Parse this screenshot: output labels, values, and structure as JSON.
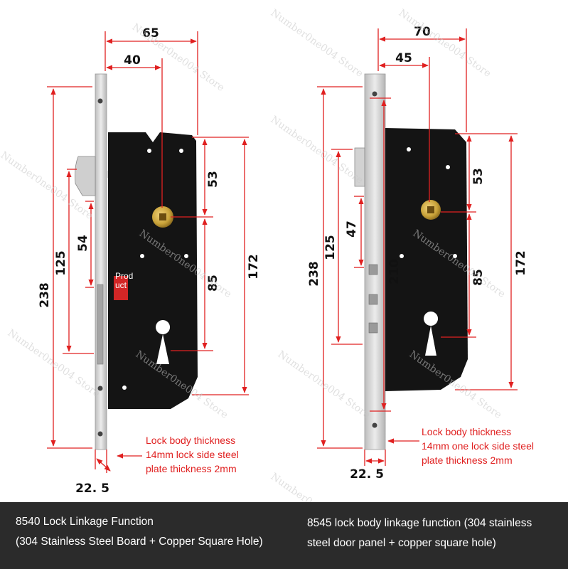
{
  "left_lock": {
    "dims": {
      "d65": "65",
      "d40": "40",
      "d53": "53",
      "d54": "54",
      "d125": "125",
      "d238": "238",
      "d85": "85",
      "d172": "172",
      "d22_5": "22. 5"
    },
    "product_label": [
      "Prod",
      "uct"
    ],
    "note_lines": [
      "Lock body thickness",
      "14mm lock side steel",
      "plate thickness 2mm"
    ]
  },
  "right_lock": {
    "dims": {
      "d70": "70",
      "d45": "45",
      "d53": "53",
      "d47": "47",
      "d125": "125",
      "d238": "238",
      "d210": "210",
      "d85": "85",
      "d172": "172",
      "d22_5": "22. 5"
    },
    "note_lines": [
      "Lock body thickness",
      "14mm one lock side steel",
      "plate thickness 2mm"
    ]
  },
  "footer": {
    "left_caption": [
      "8540 Lock Linkage Function",
      "(304 Stainless Steel Board + Copper Square Hole)"
    ],
    "right_caption": [
      "8545 lock body linkage function (304 stainless",
      "steel door panel + copper square hole)"
    ]
  },
  "watermark": "Number0ne004 Store",
  "colors": {
    "dimension_red": "#e02020",
    "lock_body": "#141414",
    "faceplate": "#d9d9d9",
    "brass": "#c9a33a",
    "footer_bg": "#2b2b2b"
  }
}
